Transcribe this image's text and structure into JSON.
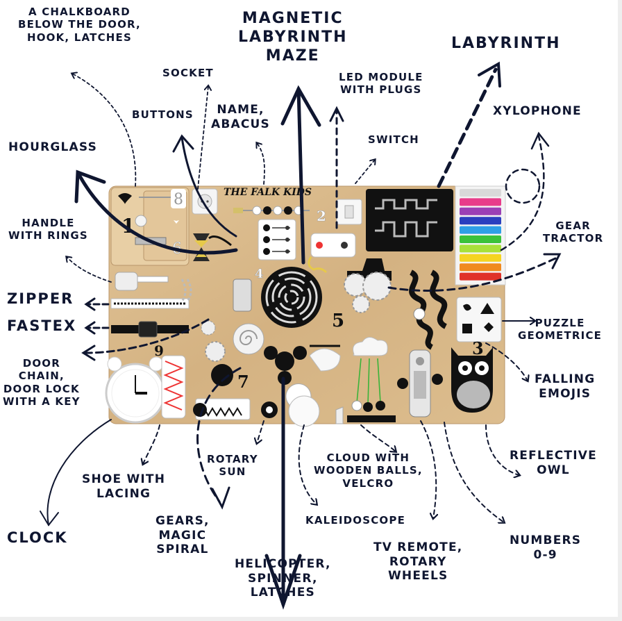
{
  "board": {
    "brand": "THE FALK KIDS",
    "wood_color": "#d9b98c",
    "accent_dark": "#0f1630",
    "xylophone_colors": [
      "#d9d9d9",
      "#e83c8a",
      "#9b3fb5",
      "#2a3fbf",
      "#2e9fe6",
      "#3ac23a",
      "#a8e03a",
      "#f5d422",
      "#f08a1f",
      "#e0322a"
    ]
  },
  "labels": {
    "chalkboard": [
      "A CHALKBOARD",
      "BELOW THE DOOR,",
      "HOOK, LATCHES"
    ],
    "socket": "SOCKET",
    "magnetic_maze": [
      "MAGNETIC",
      "LABYRINTH",
      "MAZE"
    ],
    "led_module": [
      "LED MODULE",
      "WITH PLUGS"
    ],
    "labyrinth": "LABYRINTH",
    "xylophone": "XYLOPHONE",
    "buttons": "BUTTONS",
    "name_abacus": [
      "NAME,",
      "ABACUS"
    ],
    "switch": "SWITCH",
    "hourglass": "HOURGLASS",
    "handle_rings": [
      "HANDLE",
      "WITH RINGS"
    ],
    "gear_tractor": [
      "GEAR",
      "TRACTOR"
    ],
    "zipper": "ZIPPER",
    "fastex": "FASTEX",
    "puzzle": [
      "PUZZLE",
      "GEOMETRICE"
    ],
    "door_chain": [
      "DOOR",
      "CHAIN,",
      "DOOR LOCK",
      "WITH A KEY"
    ],
    "falling_emojis": [
      "FALLING",
      "EMOJIS"
    ],
    "rotary_sun": [
      "ROTARY",
      "SUN"
    ],
    "cloud": [
      "CLOUD WITH",
      "WOODEN BALLS,",
      "VELCRO"
    ],
    "reflective_owl": [
      "REFLECTIVE",
      "OWL"
    ],
    "shoe_lacing": [
      "SHOE WITH",
      "LACING"
    ],
    "kaleidoscope": "KALEIDOSCOPE",
    "clock": "CLOCK",
    "gears_spiral": [
      "GEARS,",
      "MAGIC",
      "SPIRAL"
    ],
    "tv_remote": [
      "TV REMOTE,",
      "ROTARY",
      "WHEELS"
    ],
    "numbers": [
      "NUMBERS",
      "0-9"
    ],
    "helicopter": [
      "HELICOPTER,",
      "SPINNER,",
      "LATCHES"
    ]
  },
  "numbers_on_board": [
    "1",
    "2",
    "3",
    "4",
    "5",
    "6",
    "7",
    "8",
    "9"
  ]
}
